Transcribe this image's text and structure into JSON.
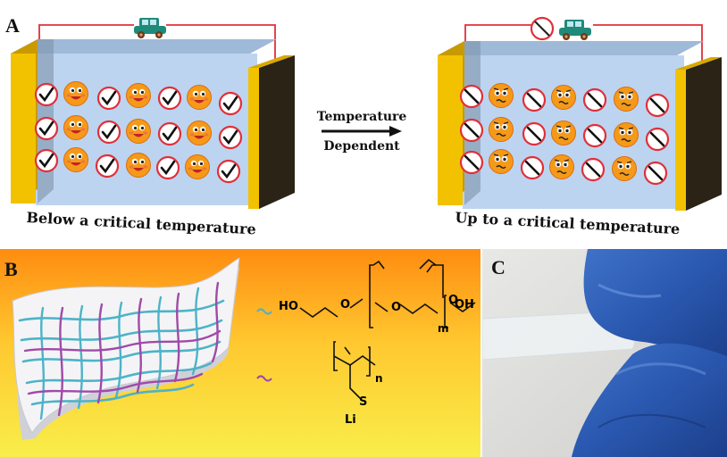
{
  "panels": {
    "a": {
      "label": "A",
      "left_caption": "Below a critical temperature",
      "right_caption": "Up to a critical temperature"
    },
    "b": {
      "label": "B"
    },
    "c": {
      "label": "C"
    }
  },
  "arrow": {
    "line1": "Temperature",
    "line2": "Dependent"
  },
  "chem": {
    "ho": "HO",
    "o": "O",
    "oh": "OH",
    "m": "m",
    "n": "n",
    "s": "S",
    "li": "Li"
  },
  "colors": {
    "electrode": "#f2c200",
    "electrode_back": "#2a2316",
    "cell_fill": "#bcd4ef",
    "wire": "#e0303a",
    "face_orange": "#f59a18",
    "peg_chain": "#4db3c8",
    "li_chain": "#a04aa8"
  },
  "icons": [
    "car-icon",
    "prohibited-icon",
    "check-ion-icon",
    "blocked-ion-icon",
    "happy-face-icon",
    "worried-face-icon"
  ]
}
